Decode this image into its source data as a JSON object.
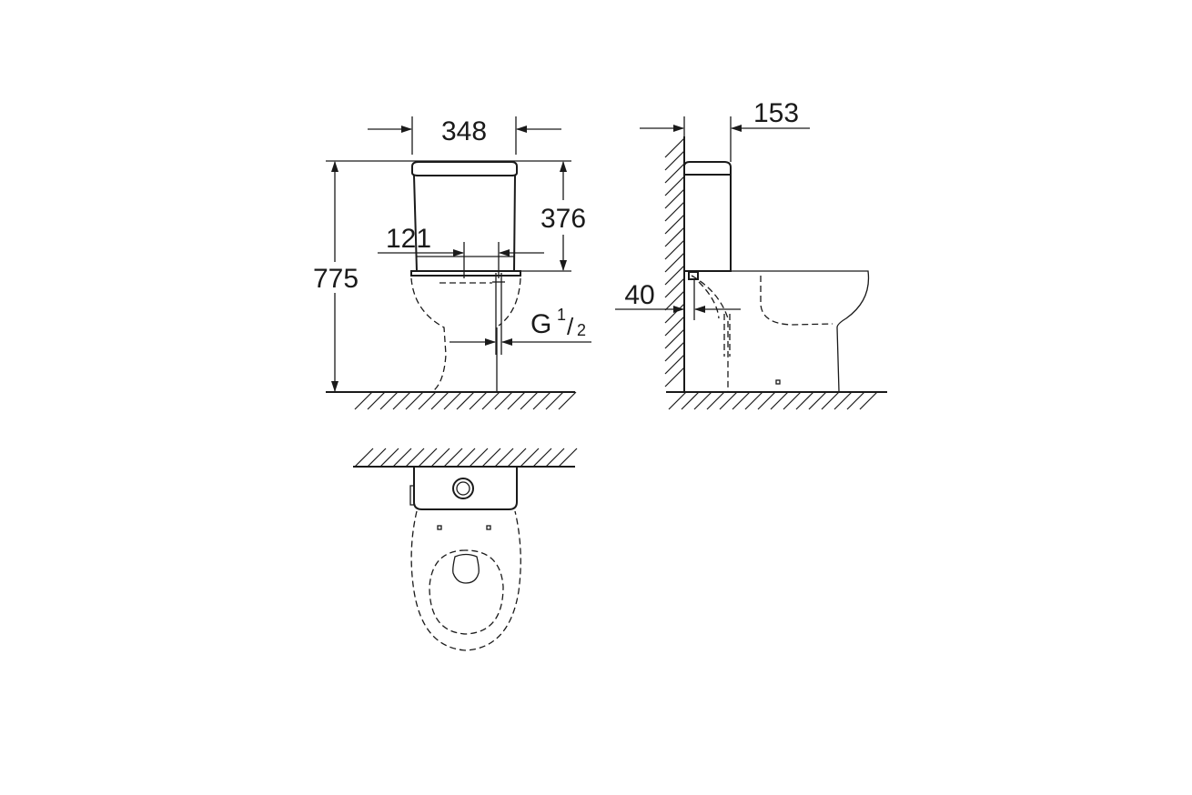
{
  "dimensions": {
    "tank_width": "348",
    "total_height": "775",
    "tank_height": "376",
    "inlet_offset": "121",
    "inlet_thread": "G",
    "inlet_thread_numerator": "1",
    "inlet_thread_slash": "/",
    "inlet_thread_denominator": "2",
    "tank_depth_from_wall": "153",
    "inlet_from_wall": "40"
  },
  "colors": {
    "line": "#1a1a1a",
    "background": "#ffffff"
  }
}
